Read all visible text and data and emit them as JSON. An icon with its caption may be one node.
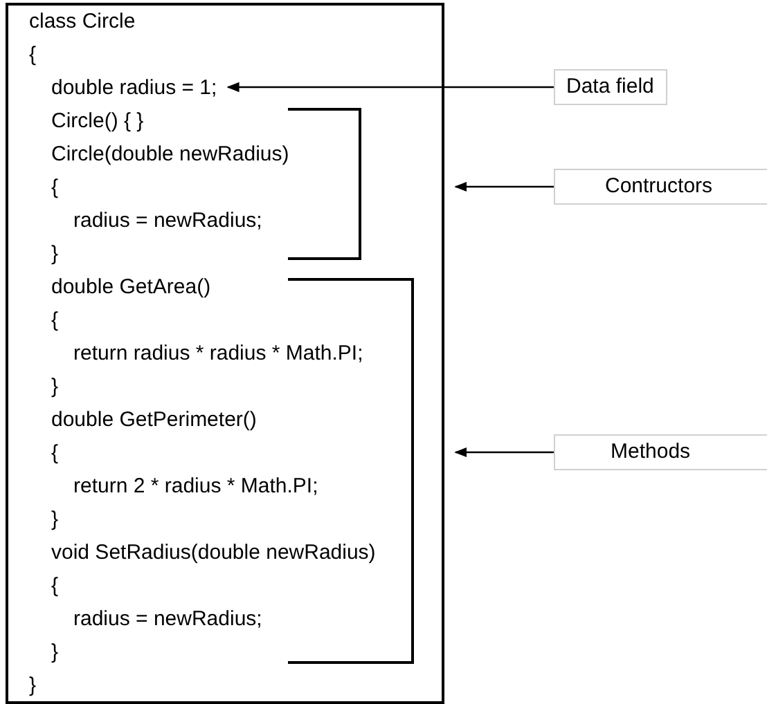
{
  "diagram": {
    "nodes": [
      {
        "text": [
          "class Circle",
          "{",
          "}"
        ]
      },
      {
        "text": [
          "double radius = 1;"
        ],
        "in": 0
      },
      {
        "text": [
          "Circle() { }",
          "Circle(double newRadius)",
          "{",
          "radius = newRadius;",
          "}"
        ],
        "in": 0
      },
      {
        "text": [
          "double GetArea()",
          "{",
          "return radius * radius * Math.PI;",
          "}",
          "double GetPerimeter()",
          "{",
          "return 2 * radius * Math.PI;",
          "}",
          "void SetRadius(double newRadius)",
          "{",
          "radius = newRadius;",
          "}"
        ],
        "in": 0
      },
      {
        "text": [
          "Data field"
        ]
      },
      {
        "text": [
          "Contructors"
        ]
      },
      {
        "text": [
          "Methods"
        ]
      }
    ],
    "edges": [
      {
        "from": 4,
        "to": 1,
        "arrow": "to"
      },
      {
        "from": 5,
        "to": 0,
        "arrow": "to"
      },
      {
        "from": 6,
        "to": 0,
        "arrow": "to"
      }
    ]
  }
}
